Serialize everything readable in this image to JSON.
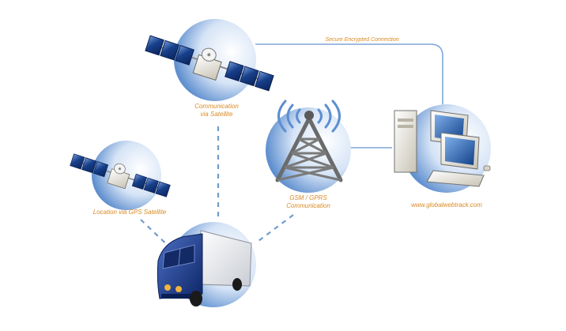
{
  "labels": {
    "comm_satellite_line1": "Communication",
    "comm_satellite_line2": "via Satellite",
    "gps_satellite": "Location via GPS Satellite",
    "gsm_line1": "GSM / GPRS",
    "gsm_line2": "Communication",
    "website": "www.globalwebtrack.com",
    "secure_connection": "Secure Encrypted Connection"
  },
  "icons": {
    "comm_satellite": "satellite-icon",
    "gps_satellite": "satellite-icon",
    "tower": "radio-tower-icon",
    "computer": "desktop-computer-icon",
    "truck": "truck-icon"
  },
  "colors": {
    "label": "#d98a23",
    "link_solid": "#7ea6d8",
    "link_dashed": "#6f9ccf",
    "panel_dark": "#0d2f72",
    "panel_light": "#5c86c8",
    "tower": "#6b6b6b",
    "truck": "#1c3a8c"
  }
}
